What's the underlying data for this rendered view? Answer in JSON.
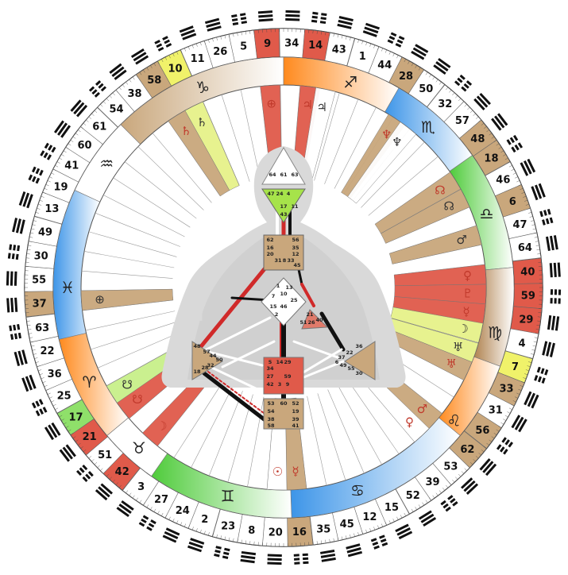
{
  "chart_data": {
    "type": "diagram",
    "outer_gates": [
      {
        "gate": "41",
        "angle": -60
      },
      {
        "gate": "60",
        "angle": -54.4
      },
      {
        "gate": "61",
        "angle": -48.8
      },
      {
        "gate": "54",
        "angle": -43.1
      },
      {
        "gate": "38",
        "angle": -37.5
      },
      {
        "gate": "58",
        "angle": -31.9,
        "color": "#c9a77c"
      },
      {
        "gate": "10",
        "angle": -26.3,
        "color": "#f0f26a"
      },
      {
        "gate": "11",
        "angle": -20.6
      },
      {
        "gate": "26",
        "angle": -15
      },
      {
        "gate": "5",
        "angle": -9.4
      },
      {
        "gate": "9",
        "angle": -3.8,
        "color": "#e05a4a"
      },
      {
        "gate": "34",
        "angle": 1.9
      },
      {
        "gate": "14",
        "angle": 7.5,
        "color": "#e05a4a"
      },
      {
        "gate": "43",
        "angle": 13.1
      },
      {
        "gate": "1",
        "angle": 18.8
      },
      {
        "gate": "44",
        "angle": 24.4
      },
      {
        "gate": "28",
        "angle": 30,
        "color": "#c9a77c"
      },
      {
        "gate": "50",
        "angle": 35.6
      },
      {
        "gate": "32",
        "angle": 41.3
      },
      {
        "gate": "57",
        "angle": 46.9
      },
      {
        "gate": "48",
        "angle": 52.5,
        "color": "#c9a77c"
      },
      {
        "gate": "18",
        "angle": 58.1,
        "color": "#c9a77c"
      },
      {
        "gate": "46",
        "angle": 63.8
      },
      {
        "gate": "6",
        "angle": 69.4,
        "color": "#c9a77c"
      },
      {
        "gate": "47",
        "angle": 75
      },
      {
        "gate": "64",
        "angle": 80.6
      },
      {
        "gate": "40",
        "angle": 86.3,
        "color": "#e05a4a"
      },
      {
        "gate": "59",
        "angle": 91.9,
        "color": "#e05a4a"
      },
      {
        "gate": "29",
        "angle": 97.5,
        "color": "#e05a4a"
      },
      {
        "gate": "4",
        "angle": 103.1
      },
      {
        "gate": "7",
        "angle": 108.8,
        "color": "#f0f26a"
      },
      {
        "gate": "33",
        "angle": 114.4,
        "color": "#c9a77c"
      },
      {
        "gate": "31",
        "angle": 120
      },
      {
        "gate": "56",
        "angle": 125.6,
        "color": "#c9a77c"
      },
      {
        "gate": "62",
        "angle": 131.3,
        "color": "#c9a77c"
      },
      {
        "gate": "53",
        "angle": 136.9
      },
      {
        "gate": "39",
        "angle": 142.5
      },
      {
        "gate": "52",
        "angle": 148.1
      },
      {
        "gate": "15",
        "angle": 153.8
      },
      {
        "gate": "12",
        "angle": 159.4
      },
      {
        "gate": "45",
        "angle": 165
      },
      {
        "gate": "35",
        "angle": 170.6
      },
      {
        "gate": "16",
        "angle": 176.3,
        "color": "#c9a77c"
      },
      {
        "gate": "20",
        "angle": 181.9
      },
      {
        "gate": "8",
        "angle": 187.5
      },
      {
        "gate": "23",
        "angle": 193.1
      },
      {
        "gate": "2",
        "angle": 198.8
      },
      {
        "gate": "24",
        "angle": 204.4
      },
      {
        "gate": "27",
        "angle": 210
      },
      {
        "gate": "3",
        "angle": 215.6
      },
      {
        "gate": "42",
        "angle": 221.3,
        "color": "#e05a4a"
      },
      {
        "gate": "51",
        "angle": 226.9
      },
      {
        "gate": "21",
        "angle": 232.5,
        "color": "#e05a4a"
      },
      {
        "gate": "17",
        "angle": 238.1,
        "color": "#8fe06a"
      },
      {
        "gate": "25",
        "angle": 243.8
      },
      {
        "gate": "36",
        "angle": 249.4
      },
      {
        "gate": "22",
        "angle": 255
      },
      {
        "gate": "63",
        "angle": 260.6
      },
      {
        "gate": "37",
        "angle": 266.3,
        "color": "#c9a77c"
      },
      {
        "gate": "55",
        "angle": 271.9
      },
      {
        "gate": "30",
        "angle": 277.5
      },
      {
        "gate": "49",
        "angle": 283.1
      },
      {
        "gate": "13",
        "angle": 288.8
      },
      {
        "gate": "19",
        "angle": 294.4
      }
    ],
    "zodiac": [
      {
        "symbol": "♑",
        "angle": -22,
        "start": -45,
        "end": 0,
        "color": "#c9a77c"
      },
      {
        "symbol": "♐",
        "angle": 18,
        "start": 0,
        "end": 30,
        "color": "#ff8a1e"
      },
      {
        "symbol": "♏",
        "angle": 42,
        "start": 30,
        "end": 55,
        "color": "#3d95e8"
      },
      {
        "symbol": "♎",
        "angle": 70,
        "start": 55,
        "end": 85,
        "color": "#4ecb3a"
      },
      {
        "symbol": "♍",
        "angle": 102,
        "start": 85,
        "end": 110,
        "color": "#b08350"
      },
      {
        "symbol": "♌",
        "angle": 128,
        "start": 110,
        "end": 130,
        "color": "#ff8a1e"
      },
      {
        "symbol": "♋",
        "angle": 160,
        "start": 130,
        "end": 178,
        "color": "#3d95e8"
      },
      {
        "symbol": "♊",
        "angle": 195,
        "start": 178,
        "end": 215,
        "color": "#4ecb3a"
      },
      {
        "symbol": "♉",
        "angle": 222,
        "start": 215,
        "end": 230,
        "color": "#ffffff"
      },
      {
        "symbol": "♈",
        "angle": 244,
        "start": 230,
        "end": 257,
        "color": "#ff8a1e"
      },
      {
        "symbol": "♓",
        "angle": 270,
        "start": 257,
        "end": 295,
        "color": "#3d95e8"
      },
      {
        "symbol": "♒",
        "angle": 305,
        "start": 295,
        "end": 315,
        "color": "#ffffff"
      }
    ],
    "planet_rays": [
      {
        "angle": -31.9,
        "color": "#c9a77c",
        "symbol": "♄",
        "ink": "#c0392b"
      },
      {
        "angle": -26.3,
        "color": "#e6f28a",
        "symbol": "♄",
        "ink": "#333333"
      },
      {
        "angle": -3.8,
        "color": "#e05a4a",
        "symbol": "⊕",
        "ink": "#c0392b"
      },
      {
        "angle": 7.5,
        "color": "#e05a4a",
        "symbol": "♃",
        "ink": "#c0392b"
      },
      {
        "angle": 12,
        "color": "#ffffff",
        "symbol": "♃",
        "ink": "#333333"
      },
      {
        "angle": 34,
        "color": "#c9a77c",
        "symbol": "♆",
        "ink": "#c0392b"
      },
      {
        "angle": 38,
        "color": "#ffffff",
        "symbol": "♆",
        "ink": "#333333"
      },
      {
        "angle": 58.1,
        "color": "#c9a77c",
        "symbol": "☊",
        "ink": "#c0392b"
      },
      {
        "angle": 63.8,
        "color": "#c9a77c",
        "symbol": "☊",
        "ink": "#333333"
      },
      {
        "angle": 75,
        "color": "#c9a77c",
        "symbol": "♂",
        "ink": "#333333"
      },
      {
        "angle": 86.3,
        "color": "#e05a4a",
        "symbol": "♀",
        "ink": "#c0392b"
      },
      {
        "angle": 91.9,
        "color": "#e05a4a",
        "symbol": "♇",
        "ink": "#c0392b"
      },
      {
        "angle": 97.5,
        "color": "#e05a4a",
        "symbol": "☿",
        "ink": "#c0392b"
      },
      {
        "angle": 103,
        "color": "#e6f28a",
        "symbol": "☽",
        "ink": "#333333"
      },
      {
        "angle": 108.8,
        "color": "#e6f28a",
        "symbol": "♅",
        "ink": "#333333"
      },
      {
        "angle": 114.4,
        "color": "#c9a77c",
        "symbol": "♅",
        "ink": "#c0392b"
      },
      {
        "angle": 131.3,
        "color": "#c9a77c",
        "symbol": "♂",
        "ink": "#c0392b"
      },
      {
        "angle": 136.9,
        "color": "#ffffff",
        "symbol": "♀",
        "ink": "#c0392b"
      },
      {
        "angle": 176.3,
        "color": "#c9a77c",
        "symbol": "☿",
        "ink": "#c0392b"
      },
      {
        "angle": 181.9,
        "color": "#ffffff",
        "symbol": "☉",
        "ink": "#c0392b"
      },
      {
        "angle": 221.3,
        "color": "#e05a4a",
        "symbol": "☽",
        "ink": "#c0392b"
      },
      {
        "angle": 232.5,
        "color": "#e05a4a",
        "symbol": "☋",
        "ink": "#c0392b"
      },
      {
        "angle": 238.1,
        "color": "#c8f08a",
        "symbol": "☋",
        "ink": "#333333"
      },
      {
        "angle": 266.3,
        "color": "#c9a77c",
        "symbol": "⊕",
        "ink": "#333333"
      }
    ],
    "bodygraph": {
      "head_gates": [
        "64",
        "61",
        "63"
      ],
      "ajna_gates": [
        "47",
        "24",
        "4",
        "17",
        "11",
        "43"
      ],
      "throat_gates": [
        "62",
        "56",
        "16",
        "35",
        "20",
        "31",
        "8",
        "33",
        "12",
        "45"
      ],
      "g_gates": [
        "1",
        "13",
        "7",
        "15",
        "46",
        "2",
        "25",
        "10"
      ],
      "ego_gates": [
        "21",
        "51",
        "26",
        "40"
      ],
      "spleen_gates": [
        "48",
        "57",
        "44",
        "50",
        "32",
        "28",
        "18"
      ],
      "sacral_gates": [
        "5",
        "14",
        "29",
        "34",
        "27",
        "59",
        "42",
        "3",
        "9"
      ],
      "solar_plexus_gates": [
        "36",
        "22",
        "37",
        "6",
        "49",
        "55",
        "30"
      ],
      "root_gates": [
        "53",
        "60",
        "52",
        "54",
        "19",
        "38",
        "39",
        "58",
        "41"
      ]
    }
  },
  "colors": {
    "design_red": "#e05a4a",
    "personality_tan": "#c9a77c",
    "highlight_green": "#8fe06a",
    "highlight_yellow": "#f0f26a",
    "silhouette": "#d8d8d8",
    "center_tan": "#c9a77c",
    "head_white": "#ffffff",
    "ajna_green": "#a6e34a"
  }
}
